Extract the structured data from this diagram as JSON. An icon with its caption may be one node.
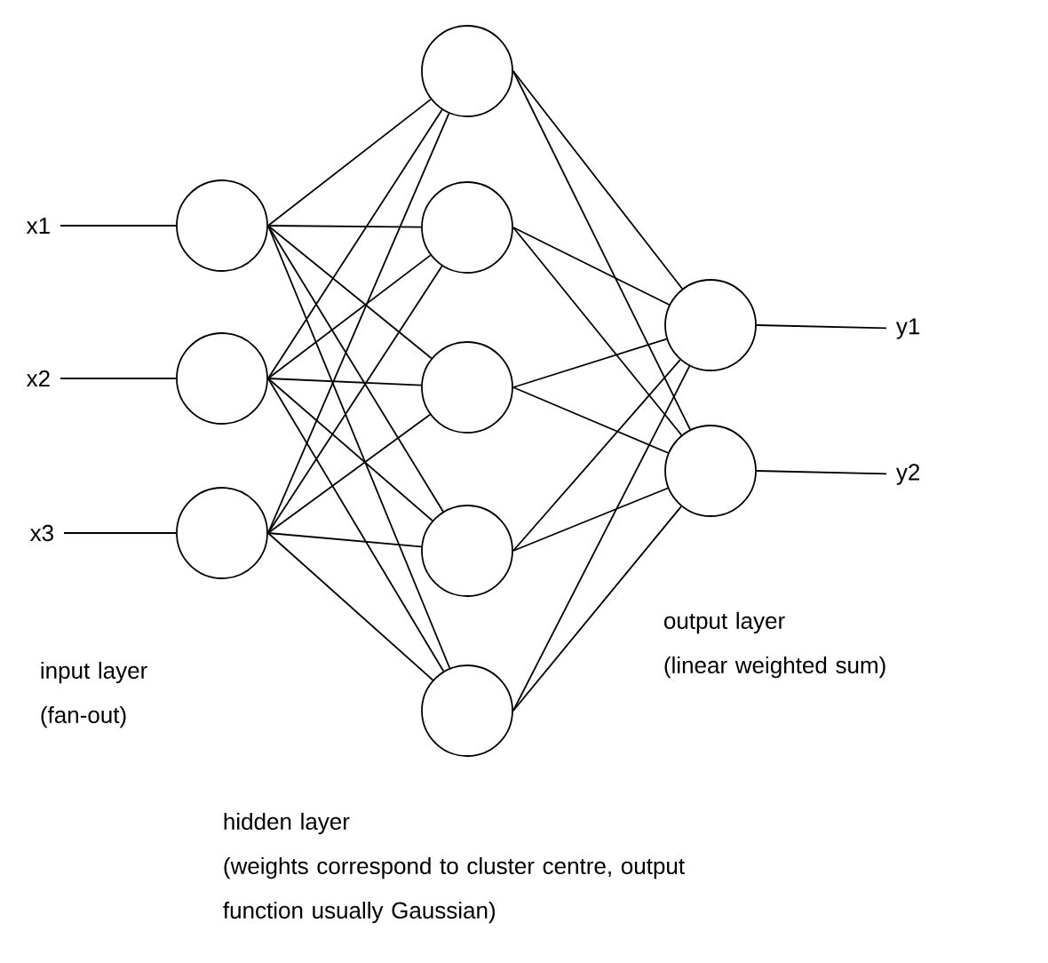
{
  "diagram": {
    "nodes": [
      {
        "text": [
          "x1"
        ]
      },
      {
        "text": [
          "x2"
        ]
      },
      {
        "text": [
          "x3"
        ]
      },
      {
        "text": [],
        "shape": "circle"
      },
      {
        "text": [],
        "shape": "circle"
      },
      {
        "text": [],
        "shape": "circle"
      },
      {
        "text": [],
        "shape": "circle"
      },
      {
        "text": [],
        "shape": "circle"
      },
      {
        "text": [],
        "shape": "circle"
      },
      {
        "text": [],
        "shape": "circle"
      },
      {
        "text": [],
        "shape": "circle"
      },
      {
        "text": [],
        "shape": "circle"
      },
      {
        "text": [],
        "shape": "circle"
      },
      {
        "text": [
          "y1"
        ]
      },
      {
        "text": [
          "y2"
        ]
      }
    ],
    "edges": [
      {
        "from": 0,
        "to": 3,
        "arrow": "none"
      },
      {
        "from": 1,
        "to": 4,
        "arrow": "none"
      },
      {
        "from": 2,
        "to": 5,
        "arrow": "none"
      },
      {
        "from": 3,
        "to": 6,
        "arrow": "none"
      },
      {
        "from": 3,
        "to": 7,
        "arrow": "none"
      },
      {
        "from": 3,
        "to": 8,
        "arrow": "none"
      },
      {
        "from": 3,
        "to": 9,
        "arrow": "none"
      },
      {
        "from": 3,
        "to": 10,
        "arrow": "none"
      },
      {
        "from": 4,
        "to": 6,
        "arrow": "none"
      },
      {
        "from": 4,
        "to": 7,
        "arrow": "none"
      },
      {
        "from": 4,
        "to": 8,
        "arrow": "none"
      },
      {
        "from": 4,
        "to": 9,
        "arrow": "none"
      },
      {
        "from": 4,
        "to": 10,
        "arrow": "none"
      },
      {
        "from": 5,
        "to": 6,
        "arrow": "none"
      },
      {
        "from": 5,
        "to": 7,
        "arrow": "none"
      },
      {
        "from": 5,
        "to": 8,
        "arrow": "none"
      },
      {
        "from": 5,
        "to": 9,
        "arrow": "none"
      },
      {
        "from": 5,
        "to": 10,
        "arrow": "none"
      },
      {
        "from": 6,
        "to": 11,
        "arrow": "none"
      },
      {
        "from": 6,
        "to": 12,
        "arrow": "none"
      },
      {
        "from": 7,
        "to": 11,
        "arrow": "none"
      },
      {
        "from": 7,
        "to": 12,
        "arrow": "none"
      },
      {
        "from": 8,
        "to": 11,
        "arrow": "none"
      },
      {
        "from": 8,
        "to": 12,
        "arrow": "none"
      },
      {
        "from": 9,
        "to": 11,
        "arrow": "none"
      },
      {
        "from": 9,
        "to": 12,
        "arrow": "none"
      },
      {
        "from": 10,
        "to": 11,
        "arrow": "none"
      },
      {
        "from": 10,
        "to": 12,
        "arrow": "none"
      },
      {
        "from": 11,
        "to": 13,
        "arrow": "none"
      },
      {
        "from": 12,
        "to": 14,
        "arrow": "none"
      }
    ],
    "labels": [
      "input layer",
      "(fan-out)",
      "output layer",
      "(linear weighted sum)",
      "hidden layer",
      "(weights correspond to cluster centre, output function usually Gaussian)"
    ]
  }
}
